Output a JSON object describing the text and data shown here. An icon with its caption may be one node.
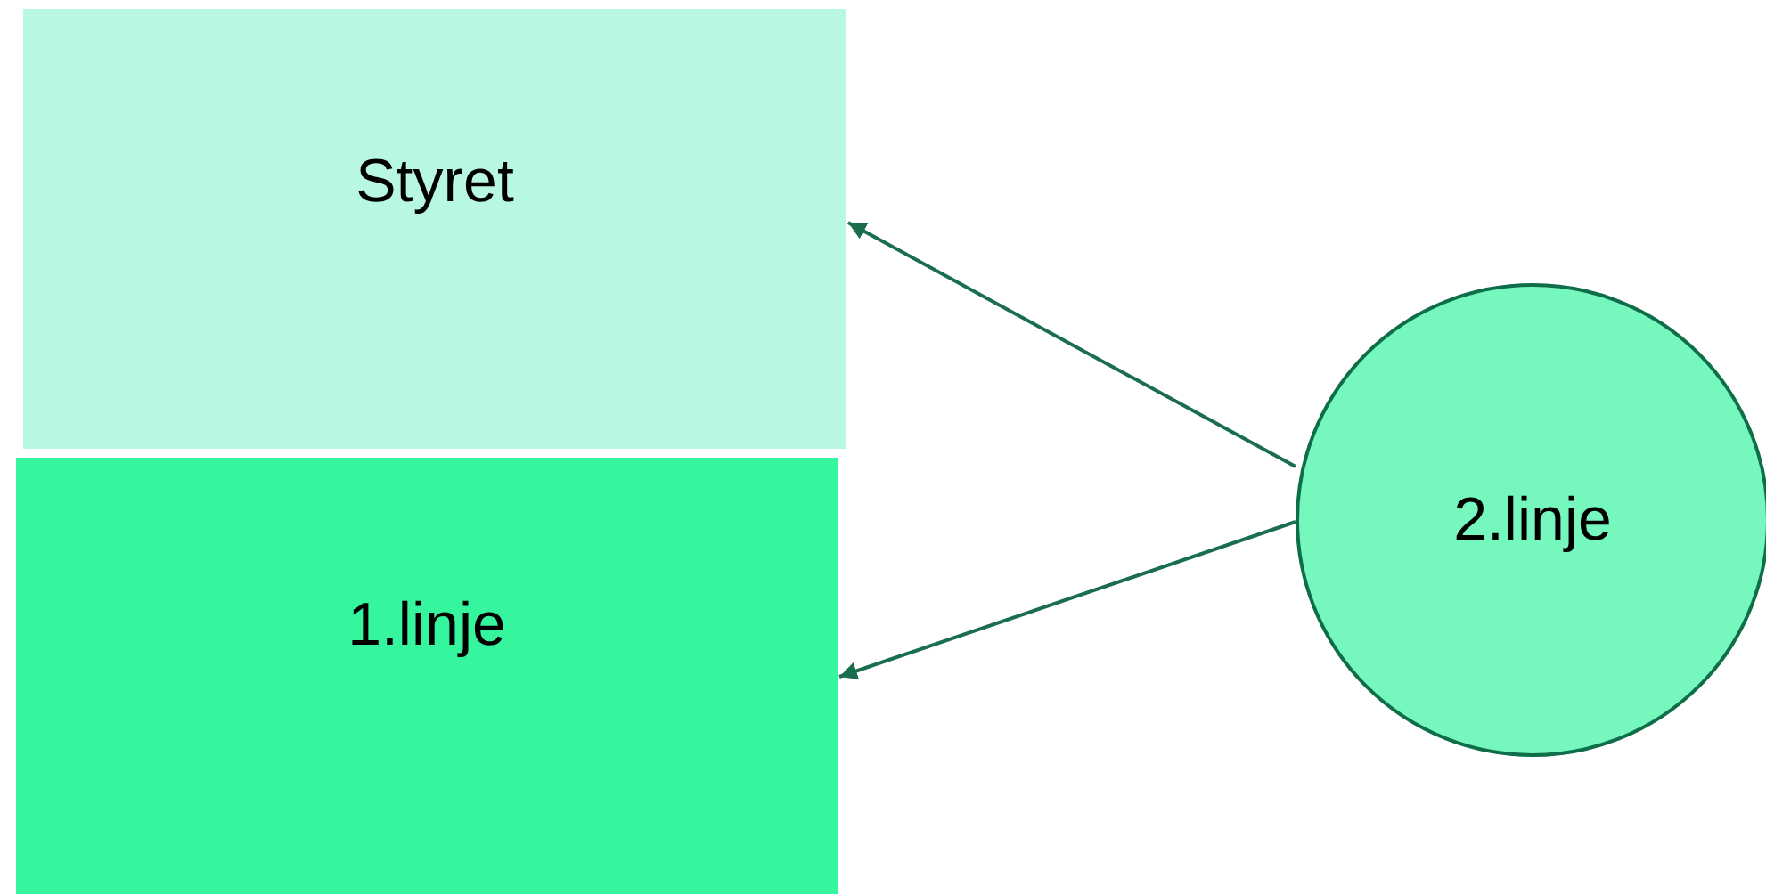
{
  "diagram": {
    "nodes": [
      {
        "text": [
          "Styret"
        ]
      },
      {
        "text": [
          "1.linje"
        ]
      },
      {
        "text": [
          "2.linje"
        ]
      }
    ],
    "edges": [
      {
        "from": 2,
        "to": 0,
        "arrow": "to"
      },
      {
        "from": 2,
        "to": 1,
        "arrow": "to"
      }
    ]
  }
}
